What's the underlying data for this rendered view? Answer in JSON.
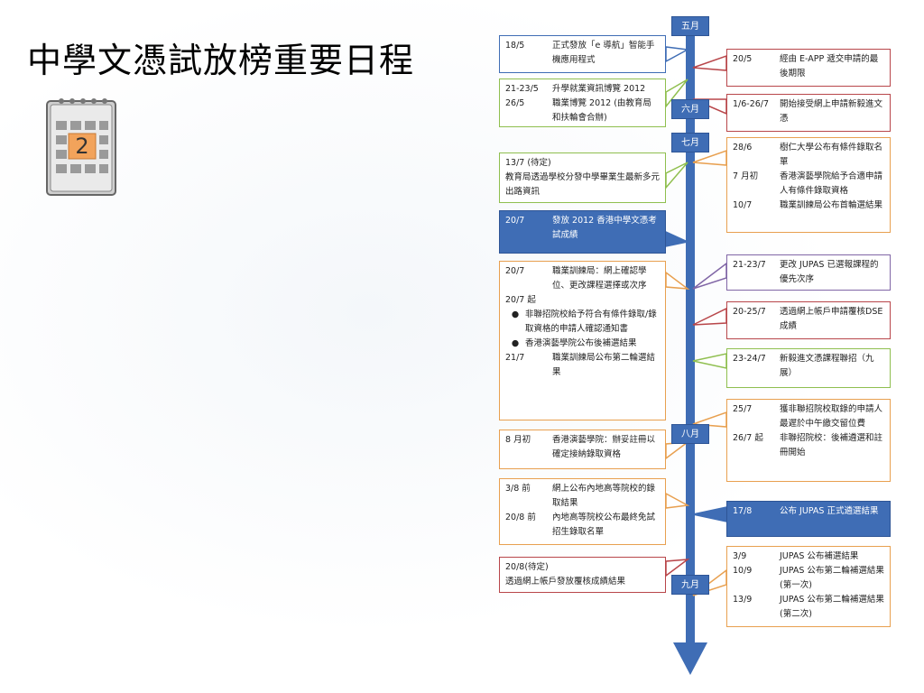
{
  "page": {
    "title": "中學文憑試放榜重要日程"
  },
  "icon": {
    "name": "calendar-icon",
    "digit": "2"
  },
  "months": [
    "五月",
    "六月",
    "七月",
    "八月",
    "九月"
  ],
  "colors": {
    "axis": "#3f6db5",
    "green": "#8fbf4f",
    "red": "#b8464a",
    "orange": "#e8a050",
    "purple": "#8066a6",
    "blue": "#3f6db5"
  },
  "left_events": [
    {
      "rows": [
        {
          "d": "18/5",
          "t": "正式發放「e 導航」智能手機應用程式"
        }
      ]
    },
    {
      "rows": [
        {
          "d": "21-23/5",
          "t": "升學就業資訊博覽 2012"
        },
        {
          "d": "26/5",
          "t": "職業博覽 2012 (由教育局和扶輪會合辦)"
        }
      ]
    },
    {
      "rows": [
        {
          "d": "",
          "t": "13/7 (待定)"
        },
        {
          "d": "",
          "t": "教育局透過學校分發中學畢業生最新多元出路資訊"
        }
      ]
    },
    {
      "rows": [
        {
          "d": "20/7",
          "t": "發放 2012 香港中學文憑考試成績"
        }
      ]
    },
    {
      "rows": [
        {
          "d": "20/7",
          "t": "職業訓練局：網上確認學位、更改課程選擇或次序"
        },
        {
          "d": "",
          "t": "20/7 起"
        },
        {
          "d": "●",
          "t": "非聯招院校給予符合有條件錄取/錄取資格的申請人確認通知書"
        },
        {
          "d": "●",
          "t": "香港演藝學院公布後補選結果"
        },
        {
          "d": "21/7",
          "t": "職業訓練局公布第二輪選結果"
        }
      ]
    },
    {
      "rows": [
        {
          "d": "8 月初",
          "t": "香港演藝學院：辦妥註冊以確定接納錄取資格"
        }
      ]
    },
    {
      "rows": [
        {
          "d": "3/8 前",
          "t": "網上公布內地高等院校的錄取結果"
        },
        {
          "d": "20/8 前",
          "t": "內地高等院校公布最終免試招生錄取名單"
        }
      ]
    },
    {
      "rows": [
        {
          "d": "",
          "t": "20/8(待定)"
        },
        {
          "d": "",
          "t": "透過網上帳戶發放覆核成績結果"
        }
      ]
    }
  ],
  "right_events": [
    {
      "rows": [
        {
          "d": "20/5",
          "t": "經由 E-APP 遞交申請的最後期限"
        }
      ]
    },
    {
      "rows": [
        {
          "d": "1/6-26/7",
          "t": "開始接受網上申請新毅進文憑"
        }
      ]
    },
    {
      "rows": [
        {
          "d": "28/6",
          "t": "樹仁大學公布有條件錄取名單"
        },
        {
          "d": "7 月初",
          "t": "香港演藝學院給予合適申請人有條件錄取資格"
        },
        {
          "d": "10/7",
          "t": "職業訓練局公布首輪選結果"
        }
      ]
    },
    {
      "rows": [
        {
          "d": "21-23/7",
          "t": "更改 JUPAS 已選報課程的優先次序"
        }
      ]
    },
    {
      "rows": [
        {
          "d": "20-25/7",
          "t": "透過網上帳戶申請覆核DSE 成績"
        }
      ]
    },
    {
      "rows": [
        {
          "d": "23-24/7",
          "t": "新毅進文憑課程聯招（九展）"
        }
      ]
    },
    {
      "rows": [
        {
          "d": "25/7",
          "t": "獲非聯招院校取錄的申請人最遲於中午繳交留位費"
        },
        {
          "d": "26/7 起",
          "t": "非聯招院校：後補遴選和註冊開始"
        }
      ]
    },
    {
      "rows": [
        {
          "d": "17/8",
          "t": "公布 JUPAS 正式遴選結果"
        }
      ]
    },
    {
      "rows": [
        {
          "d": "3/9",
          "t": "JUPAS 公布補選結果"
        },
        {
          "d": "10/9",
          "t": "JUPAS 公布第二輪補選結果(第一次)"
        },
        {
          "d": "13/9",
          "t": "JUPAS 公布第二輪補選結果(第二次)"
        }
      ]
    }
  ]
}
